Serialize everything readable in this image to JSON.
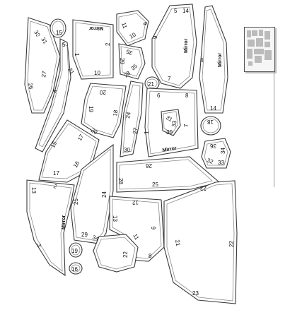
{
  "pattern": {
    "mirror_label": "Mirror",
    "piece_numbers": {
      "p1a": "1",
      "p2a": "2",
      "p3a": "3",
      "p4a": "4",
      "p5a": "5",
      "p6a": "6",
      "p7a": "7",
      "p8a": "8",
      "p9a": "9",
      "p10a": "10",
      "p11a": "11",
      "p12a": "12",
      "p13a": "13",
      "p14a": "14",
      "p15a": "15",
      "p16a": "16",
      "p17a": "17",
      "p18a": "18",
      "p19a": "19",
      "p20a": "20",
      "p21a": "21",
      "p22a": "22",
      "p23a": "23",
      "p24a": "24",
      "p25a": "25",
      "p26a": "26",
      "p27a": "27",
      "p28a": "28",
      "p29a": "29",
      "p30a": "30",
      "p31a": "31",
      "p32a": "32",
      "p33a": "33",
      "p34a": "34",
      "p35a": "35",
      "p36a": "36"
    }
  }
}
